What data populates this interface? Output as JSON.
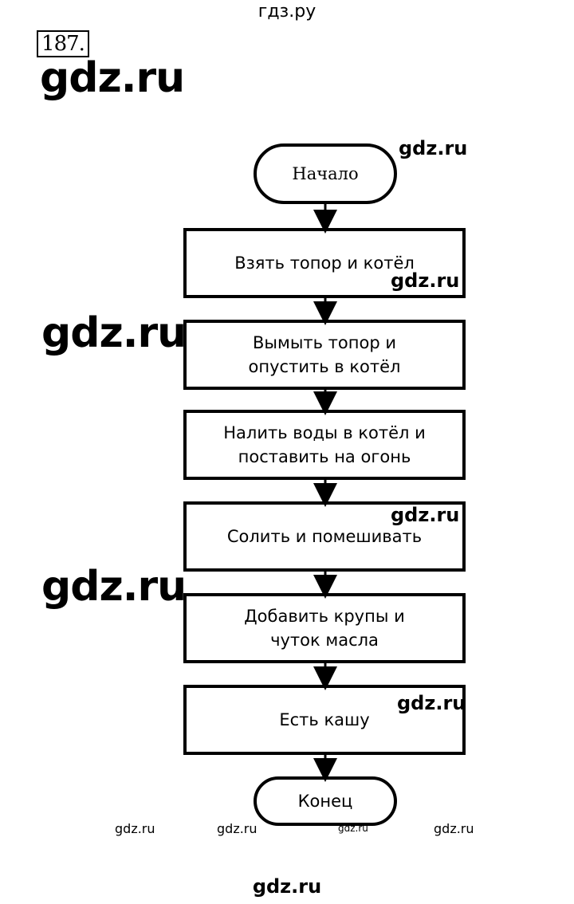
{
  "header": {
    "title": "гдз.ру"
  },
  "task_number": "187.",
  "flowchart": {
    "start": "Начало",
    "steps": [
      "Взять топор и котёл",
      "Вымыть топор и\nопустить в котёл",
      "Налить воды в котёл и\nпоставить на огонь",
      "Солить и помешивать",
      "Добавить крупы и\nчуток масла",
      "Есть кашу"
    ],
    "end": "Конец"
  },
  "watermarks": {
    "big_1": "gdz.ru",
    "big_2": "gdz.ru",
    "big_3": "gdz.ru",
    "mid_1": "gdz.ru",
    "mid_2": "gdz.ru",
    "mid_3": "gdz.ru",
    "mid_4": "gdz.ru",
    "small_1": "gdz.ru",
    "small_2": "gdz.ru",
    "small_3": "gdz.ru",
    "small_4": "gdz.ru",
    "footer": "gdz.ru"
  }
}
